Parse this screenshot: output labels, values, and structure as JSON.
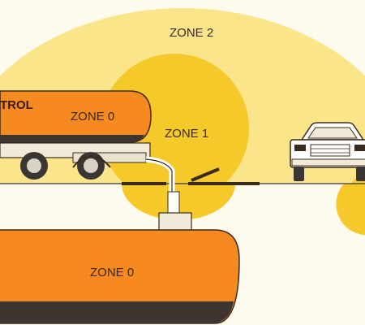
{
  "zones": {
    "zone2_label": "ZONE 2",
    "zone1_label": "ZONE 1",
    "truck_zone0_label": "ZONE 0",
    "tank_zone0_label": "ZONE 0"
  },
  "truck": {
    "brand_text": "TROL"
  },
  "colors": {
    "background": "#fdfbee",
    "zone2": "#fbe58a",
    "zone1": "#f5c92a",
    "tank_orange": "#f6891f",
    "outline": "#3b2b1c",
    "stripe": "#3d3530",
    "ground": "#55504a"
  }
}
